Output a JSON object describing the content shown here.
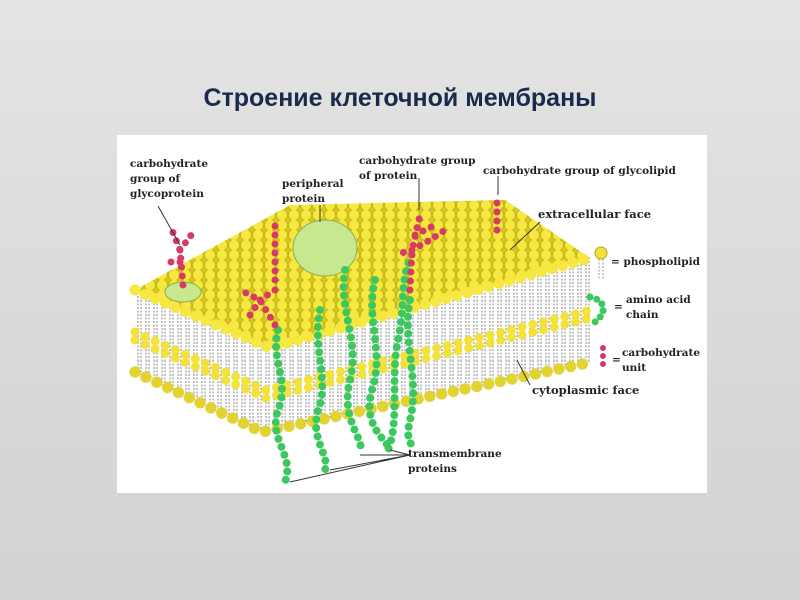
{
  "title": "Строение клеточной мембраны",
  "diagram": {
    "labels": {
      "glycoprotein_carb": "carbohydrate\ngroup of\nglycoprotein",
      "peripheral_protein": "peripheral\nprotein",
      "protein_carb": "carbohydrate group\nof protein",
      "glycolipid_carb": "carbohydrate group of glycolipid",
      "extracellular_face": "extracellular face",
      "cytoplasmic_face": "cytoplasmic face",
      "transmembrane_proteins": "transmembrane\nproteins"
    },
    "legend": [
      {
        "symbol": "phospholipid-icon",
        "label": "= phospholipid"
      },
      {
        "symbol": "amino-acid-chain-icon",
        "label": "amino acid\nchain"
      },
      {
        "symbol": "carbohydrate-unit-icon",
        "label": "carbohydrate\nunit"
      }
    ],
    "colors": {
      "phospholipid": "#f2e23a",
      "amino_acid": "#3cc860",
      "carbohydrate": "#d83a66",
      "peripheral": "#c8e890"
    }
  }
}
